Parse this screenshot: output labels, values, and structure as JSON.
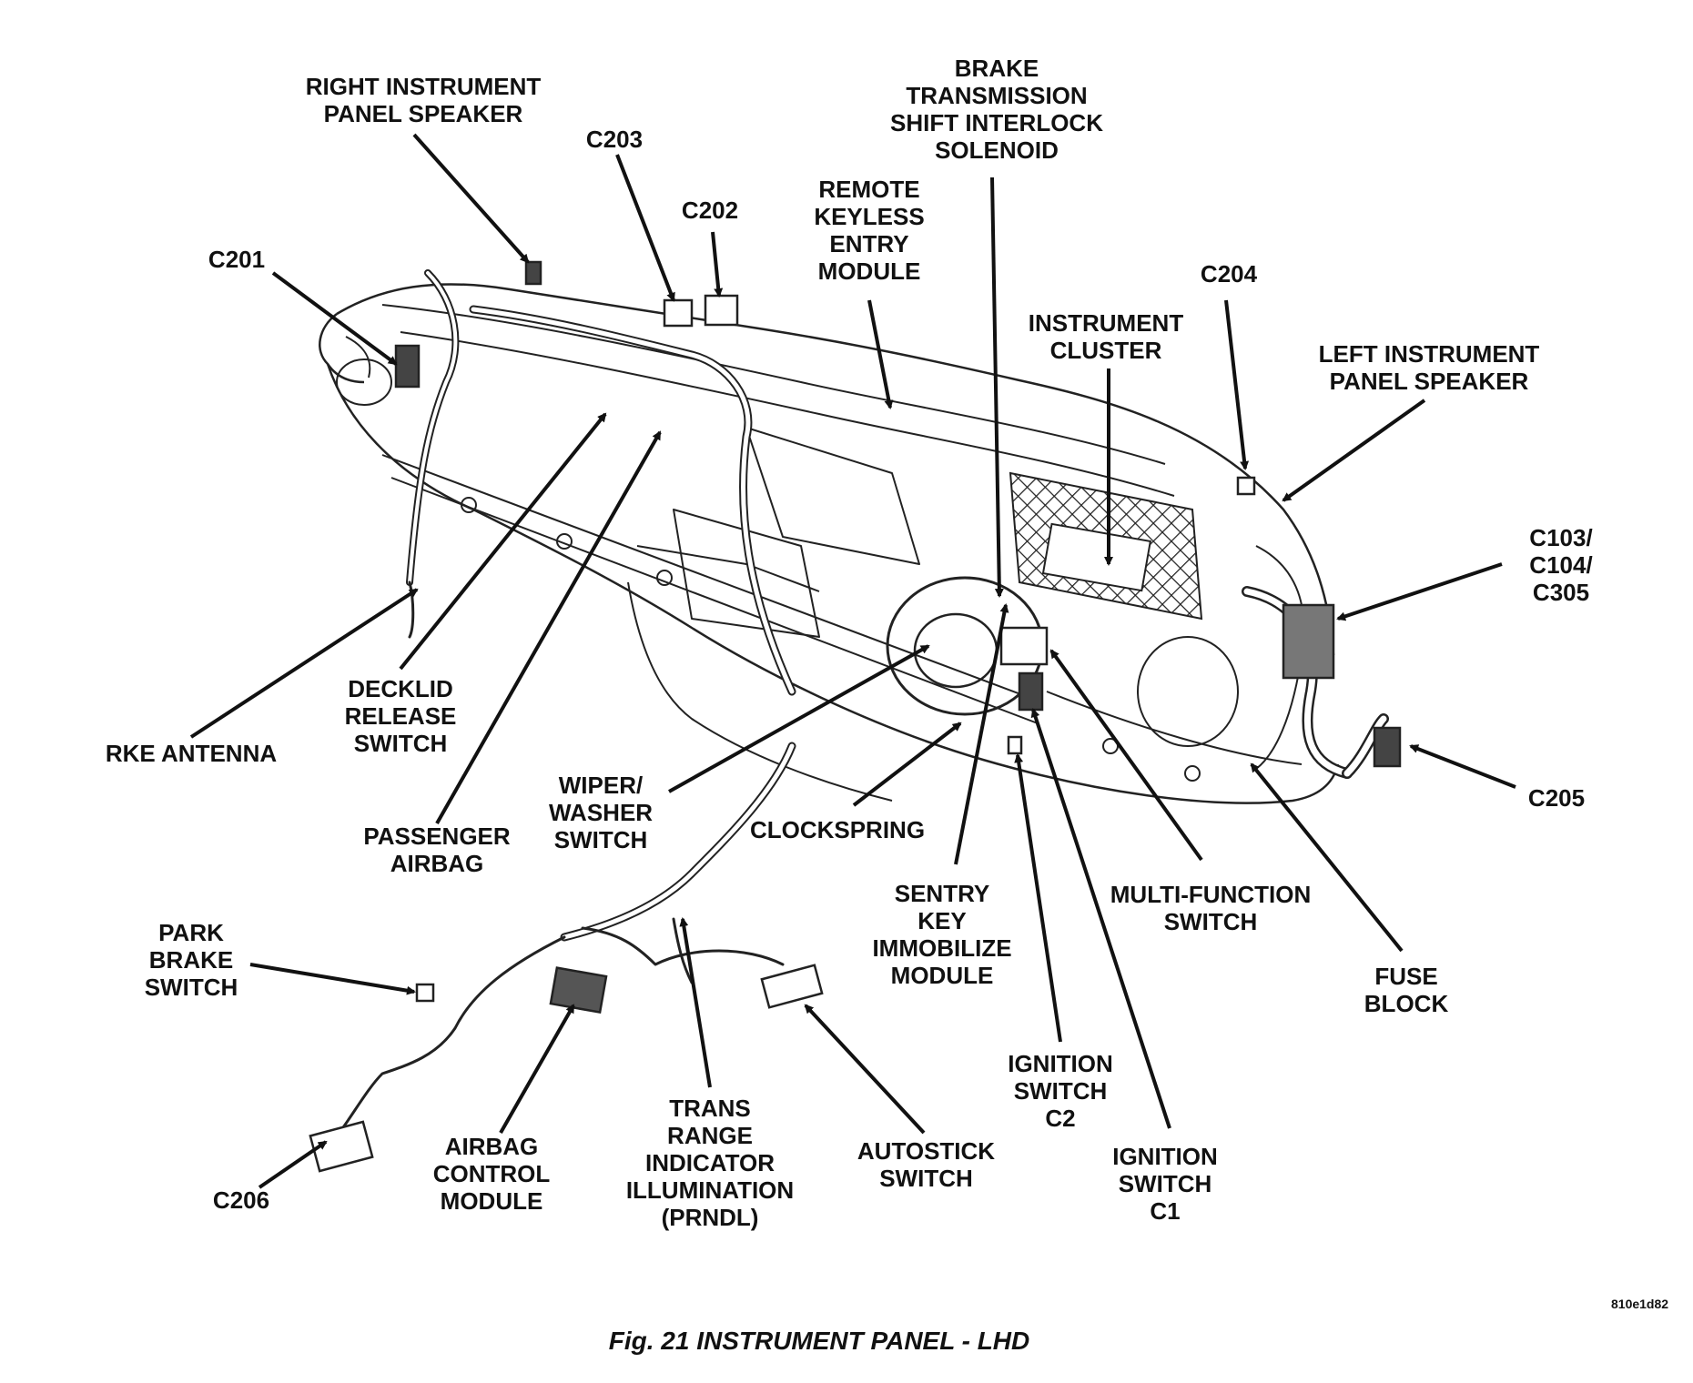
{
  "figure": {
    "caption": "Fig. 21 INSTRUMENT PANEL - LHD",
    "figure_id": "810e1d82"
  },
  "labels": [
    {
      "key": "right_speaker",
      "text": "RIGHT INSTRUMENT\nPANEL SPEAKER"
    },
    {
      "key": "c203",
      "text": "C203"
    },
    {
      "key": "c202",
      "text": "C202"
    },
    {
      "key": "rke_module",
      "text": "REMOTE\nKEYLESS\nENTRY\nMODULE"
    },
    {
      "key": "btsi",
      "text": "BRAKE\nTRANSMISSION\nSHIFT INTERLOCK\nSOLENOID"
    },
    {
      "key": "c201",
      "text": "C201"
    },
    {
      "key": "c204",
      "text": "C204"
    },
    {
      "key": "instrument_cluster",
      "text": "INSTRUMENT\nCLUSTER"
    },
    {
      "key": "left_speaker",
      "text": "LEFT INSTRUMENT\nPANEL SPEAKER"
    },
    {
      "key": "c103",
      "text": "C103/\nC104/\nC305"
    },
    {
      "key": "c205",
      "text": "C205"
    },
    {
      "key": "rke_antenna",
      "text": "RKE ANTENNA"
    },
    {
      "key": "decklid",
      "text": "DECKLID\nRELEASE\nSWITCH"
    },
    {
      "key": "passenger_airbag",
      "text": "PASSENGER\nAIRBAG"
    },
    {
      "key": "wiper",
      "text": "WIPER/\nWASHER\nSWITCH"
    },
    {
      "key": "clockspring",
      "text": "CLOCKSPRING"
    },
    {
      "key": "sentry",
      "text": "SENTRY\nKEY\nIMMOBILIZE\nMODULE"
    },
    {
      "key": "multifunction",
      "text": "MULTI-FUNCTION\nSWITCH"
    },
    {
      "key": "fuse_block",
      "text": "FUSE\nBLOCK"
    },
    {
      "key": "park_brake",
      "text": "PARK\nBRAKE\nSWITCH"
    },
    {
      "key": "ign_c2",
      "text": "IGNITION\nSWITCH\nC2"
    },
    {
      "key": "ign_c1",
      "text": "IGNITION\nSWITCH\nC1"
    },
    {
      "key": "airbag_module",
      "text": "AIRBAG\nCONTROL\nMODULE"
    },
    {
      "key": "prndl",
      "text": "TRANS\nRANGE\nINDICATOR\nILLUMINATION\n(PRNDL)"
    },
    {
      "key": "autostick",
      "text": "AUTOSTICK\nSWITCH"
    },
    {
      "key": "c206",
      "text": "C206"
    }
  ]
}
